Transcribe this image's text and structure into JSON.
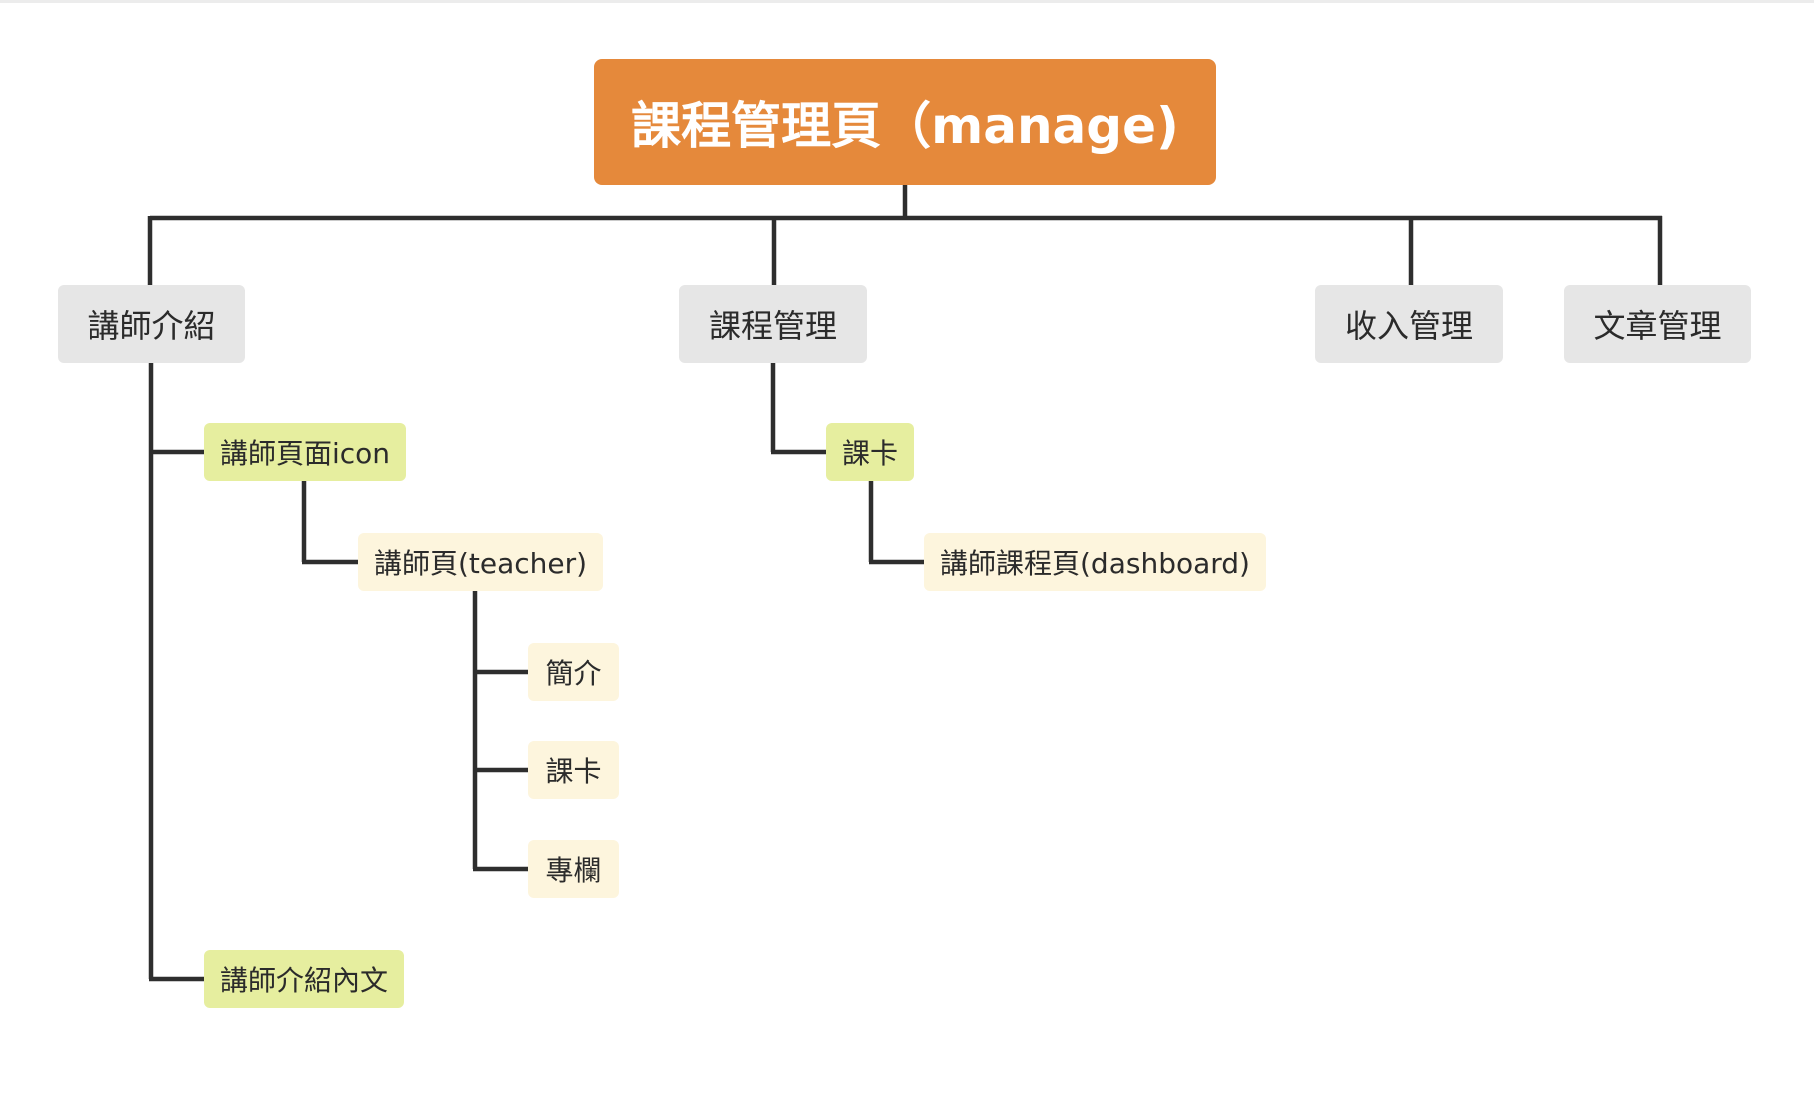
{
  "root": {
    "label": "課程管理頁（manage)"
  },
  "branches": {
    "teacher_intro": {
      "label": "講師介紹",
      "children": {
        "teacher_icon": {
          "label": "講師頁面icon",
          "children": {
            "teacher_page": {
              "label": "講師頁(teacher)",
              "children": [
                "簡介",
                "課卡",
                "專欄"
              ]
            }
          }
        },
        "teacher_intro_text": {
          "label": "講師介紹內文"
        }
      }
    },
    "course_mgmt": {
      "label": "課程管理",
      "children": {
        "course_card": {
          "label": "課卡",
          "children": {
            "dashboard": {
              "label": "講師課程頁(dashboard)"
            }
          }
        }
      }
    },
    "income_mgmt": {
      "label": "收入管理"
    },
    "article_mgmt": {
      "label": "文章管理"
    }
  },
  "colors": {
    "root": "#e5893b",
    "level1": "#e6e6e6",
    "level2": "#e6ee9f",
    "level3": "#fdf5dd",
    "connector": "#2e2e2e"
  }
}
